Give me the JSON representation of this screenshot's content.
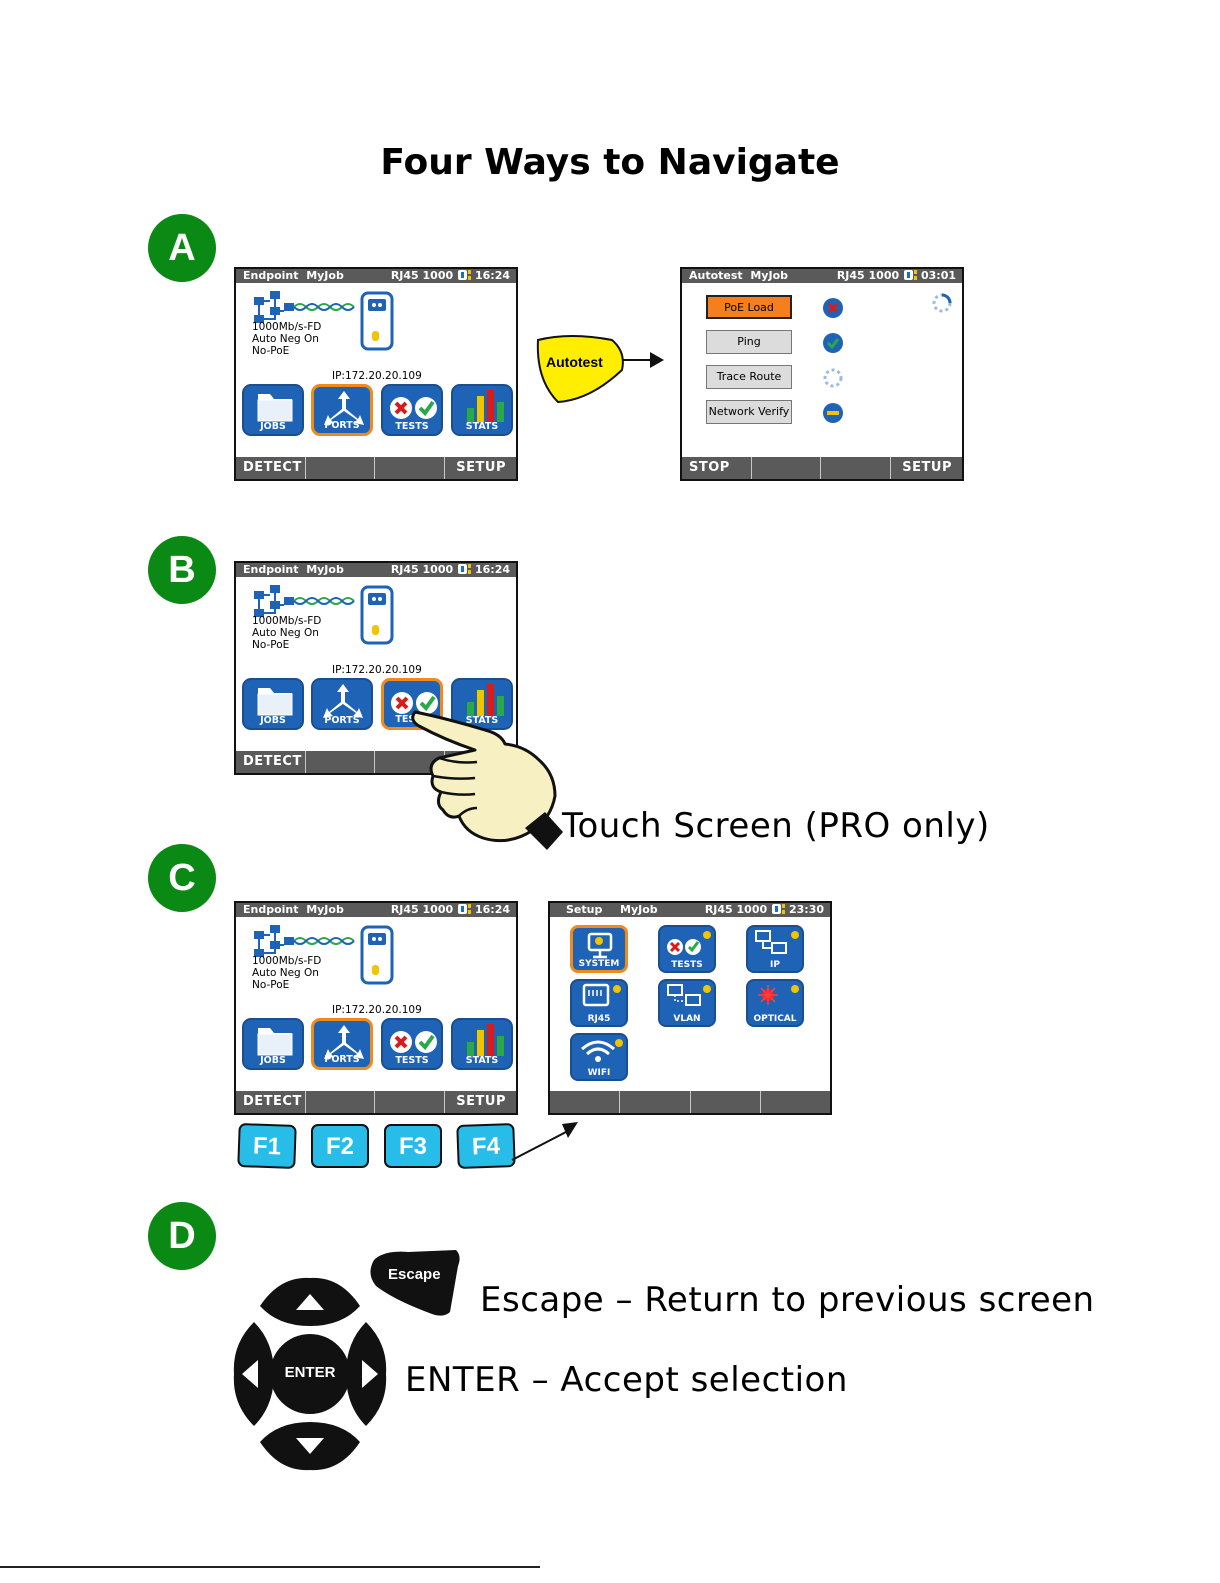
{
  "title": "Four Ways to Navigate",
  "badges": {
    "a": "A",
    "b": "B",
    "c": "C",
    "d": "D"
  },
  "home": {
    "app": "Endpoint",
    "job": "MyJob",
    "port": "RJ45 1000",
    "time": "16:24",
    "link_speed": "1000Mb/s-FD",
    "auto_neg": "Auto Neg On",
    "poe": "No-PoE",
    "ip": "IP:172.20.20.109",
    "tiles": [
      "JOBS",
      "PORTS",
      "TESTS",
      "STATS"
    ],
    "fkeys": [
      "DETECT",
      "",
      "",
      "SETUP"
    ]
  },
  "autotest_callout": "Autotest",
  "autotest": {
    "app": "Autotest",
    "job": "MyJob",
    "port": "RJ45 1000",
    "time": "03:01",
    "tests": [
      {
        "label": "PoE Load",
        "status": "fail"
      },
      {
        "label": "Ping",
        "status": "pass"
      },
      {
        "label": "Trace Route",
        "status": "running"
      },
      {
        "label": "Network Verify",
        "status": "skipped"
      }
    ],
    "fkeys": [
      "STOP",
      "",
      "",
      "SETUP"
    ]
  },
  "touch_caption": "Touch Screen (PRO only)",
  "setup": {
    "app": "Setup",
    "job": "MyJob",
    "port": "RJ45 1000",
    "time": "23:30",
    "tiles": [
      "SYSTEM",
      "TESTS",
      "IP",
      "RJ45",
      "VLAN",
      "OPTICAL",
      "WIFI"
    ],
    "fkeys": [
      "",
      "",
      "",
      ""
    ]
  },
  "function_keys": [
    "F1",
    "F2",
    "F3",
    "F4"
  ],
  "keypad": {
    "escape_label": "Escape",
    "enter_label": "ENTER",
    "escape_caption": "Escape – Return to previous screen",
    "enter_caption": "ENTER – Accept selection"
  },
  "colors": {
    "badge": "#0a8a14",
    "tile": "#1e63b5",
    "selection": "#f08a1c",
    "fkey": "#27bde8",
    "callout": "#ffee00"
  }
}
